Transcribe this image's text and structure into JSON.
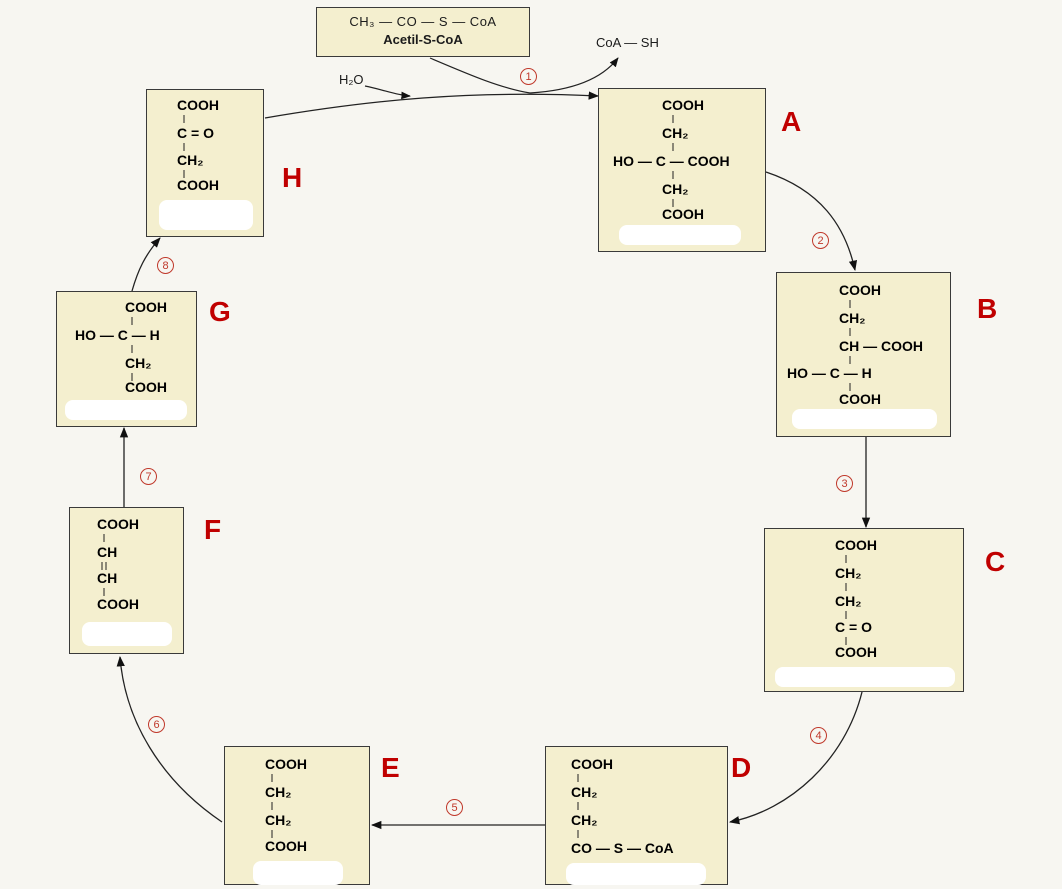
{
  "acetyl": {
    "formula": "CH₃ — CO — S — CoA",
    "name": "Acetil-S-CoA"
  },
  "reagents": {
    "water": "H₂O",
    "coash": "CoA — SH"
  },
  "steps": [
    "1",
    "2",
    "3",
    "4",
    "5",
    "6",
    "7",
    "8"
  ],
  "letters": {
    "A": "A",
    "B": "B",
    "C": "C",
    "D": "D",
    "E": "E",
    "F": "F",
    "G": "G",
    "H": "H"
  },
  "molecules": {
    "A": [
      "COOH",
      "CH₂",
      "HO — C — COOH",
      "CH₂",
      "COOH"
    ],
    "B": [
      "COOH",
      "CH₂",
      "CH — COOH",
      "HO — C — H",
      "COOH"
    ],
    "C": [
      "COOH",
      "CH₂",
      "CH₂",
      "C = O",
      "COOH"
    ],
    "D": [
      "COOH",
      "CH₂",
      "CH₂",
      "CO — S — CoA"
    ],
    "E": [
      "COOH",
      "CH₂",
      "CH₂",
      "COOH"
    ],
    "F": [
      "COOH",
      "CH",
      "CH",
      "COOH"
    ],
    "G": [
      "COOH",
      "HO — C — H",
      "CH₂",
      "COOH"
    ],
    "H": [
      "COOH",
      "C = O",
      "CH₂",
      "COOH"
    ]
  },
  "colors": {
    "label_red": "#c00000",
    "box_fill": "#f4efcf",
    "step_circle": "#c0392b"
  }
}
